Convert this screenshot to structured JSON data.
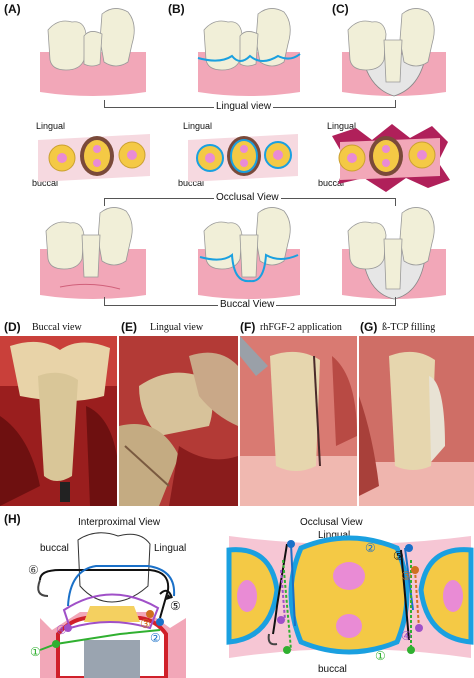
{
  "panels": {
    "A": "(A)",
    "B": "(B)",
    "C": "(C)",
    "D": "(D)",
    "E": "(E)",
    "F": "(F)",
    "G": "(G)",
    "H": "(H)"
  },
  "views": {
    "lingual": "Lingual view",
    "occlusal": "Occlusal View",
    "buccal": "Buccal View"
  },
  "occlusal_row": {
    "lingual_label": "Lingual",
    "buccal_label": "buccal"
  },
  "photos": {
    "D": "Buccal view",
    "E": "Lingual view",
    "F": "rhFGF-2 application",
    "G": "ß-TCP filling"
  },
  "panel_H_left": {
    "title": "Interproximal View",
    "buccal": "buccal",
    "lingual": "Lingual",
    "numbers": [
      "①",
      "②",
      "③",
      "④",
      "⑤",
      "⑥"
    ]
  },
  "panel_H_right": {
    "title": "Occlusal View",
    "lingual": "Lingual",
    "buccal": "buccal",
    "numbers": [
      "①",
      "②",
      "③",
      "④",
      "⑤"
    ]
  },
  "colors": {
    "gum": "#f2a7b8",
    "tooth": "#f1efd8",
    "suture_blue": "#1aa0e0",
    "defect_white": "#e6e6e6",
    "bone_dark": "#7a2a2a",
    "flap_magenta": "#b0205a",
    "pulp_yellow": "#f4c945",
    "root_pink": "#e98bd5"
  }
}
